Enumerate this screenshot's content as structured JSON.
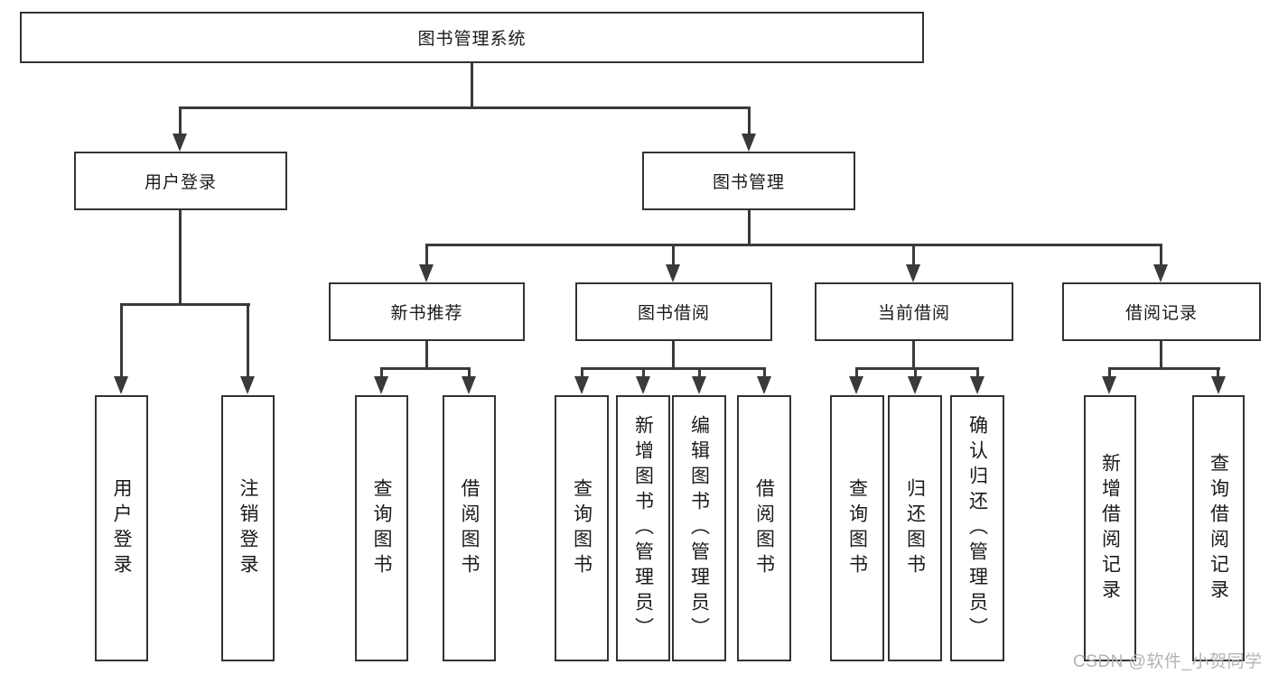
{
  "colors": {
    "line": "#3a3a3a",
    "box_border": "#333333",
    "text": "#1a1a1a",
    "watermark": "#b4b4b4",
    "background": "#ffffff"
  },
  "watermark": "CSDN @软件_小贺同学",
  "tree": {
    "root": {
      "label": "图书管理系统"
    },
    "branches": [
      {
        "label": "用户登录",
        "children": [
          {
            "label": "用户登录"
          },
          {
            "label": "注销登录"
          }
        ]
      },
      {
        "label": "图书管理",
        "children": [
          {
            "label": "新书推荐",
            "children": [
              {
                "label": "查询图书"
              },
              {
                "label": "借阅图书"
              }
            ]
          },
          {
            "label": "图书借阅",
            "children": [
              {
                "label": "查询图书"
              },
              {
                "label": "新增图书（管理员）"
              },
              {
                "label": "编辑图书（管理员）"
              },
              {
                "label": "借阅图书"
              }
            ]
          },
          {
            "label": "当前借阅",
            "children": [
              {
                "label": "查询图书"
              },
              {
                "label": "归还图书"
              },
              {
                "label": "确认归还（管理员）"
              }
            ]
          },
          {
            "label": "借阅记录",
            "children": [
              {
                "label": "新增借阅记录"
              },
              {
                "label": "查询借阅记录"
              }
            ]
          }
        ]
      }
    ]
  }
}
